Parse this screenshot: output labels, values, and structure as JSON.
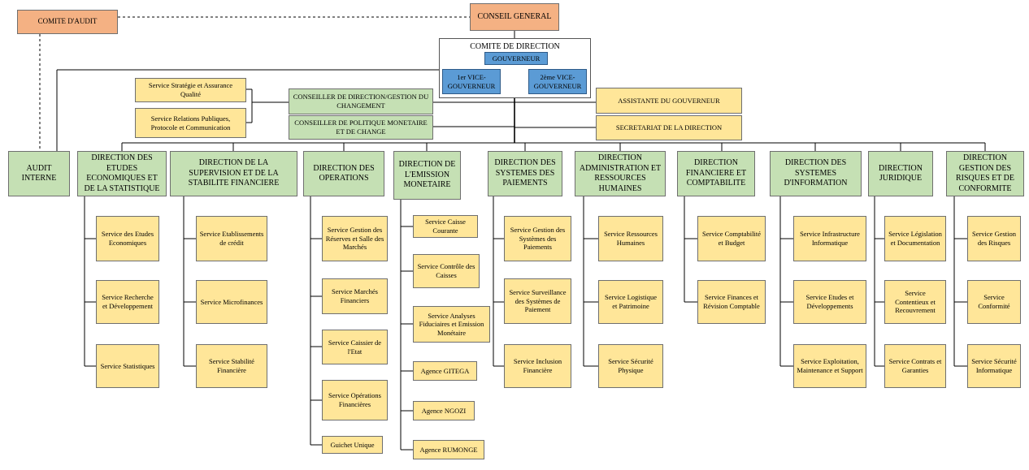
{
  "top": {
    "comite_audit": "COMITE D'AUDIT",
    "conseil_general": "CONSEIL GENERAL",
    "comite_direction": "COMITE DE DIRECTION",
    "gouverneur": "GOUVERNEUR",
    "vice1": "1er VICE-GOUVERNEUR",
    "vice2": "2ème VICE-GOUVERNEUR"
  },
  "left_services": {
    "strategie": "Service Stratégie et Assurance Qualité",
    "relations": "Service Relations Publiques, Protocole et Communication"
  },
  "conseillers": {
    "gestion_changement": "CONSEILLER DE DIRECTION/GESTION DU CHANGEMENT",
    "politique_monetaire": "CONSEILLER DE POLITIQUE MONETAIRE ET DE CHANGE"
  },
  "right_staff": {
    "assistante": "ASSISTANTE DU GOUVERNEUR",
    "secretariat": "SECRETARIAT DE LA DIRECTION"
  },
  "audit_interne": "AUDIT INTERNE",
  "directions": [
    {
      "title": "DIRECTION DES ETUDES ECONOMIQUES ET DE LA STATISTIQUE",
      "services": [
        "Service des Etudes Economiques",
        "Service Recherche et Développement",
        "Service Statistiques"
      ]
    },
    {
      "title": "DIRECTION DE LA SUPERVISION ET DE LA STABILITE FINANCIERE",
      "services": [
        "Service Etablissements de crédit",
        "Service Microfinances",
        "Service Stabilité Financière"
      ]
    },
    {
      "title": "DIRECTION DES OPERATIONS",
      "services": [
        "Service Gestion des Réserves et Salle des Marchés",
        "Service Marchés Financiers",
        "Service Caissier de l'Etat",
        "Service Opérations Financières",
        "Guichet Unique"
      ]
    },
    {
      "title": "DIRECTION DE L'EMISSION MONETAIRE",
      "services": [
        "Service Caisse Courante",
        "Service Contrôle des Caisses",
        "Service Analyses Fiduciaires et Emission Monétaire",
        "Agence GITEGA",
        "Agence NGOZI",
        "Agence RUMONGE"
      ]
    },
    {
      "title": "DIRECTION DES SYSTEMES DES PAIEMENTS",
      "services": [
        "Service Gestion des Systèmes des Paiements",
        "Service Surveillance des Systèmes de Paiement",
        "Service Inclusion Financière"
      ]
    },
    {
      "title": "DIRECTION ADMINISTRATION ET RESSOURCES HUMAINES",
      "services": [
        "Service Ressources Humaines",
        "Service Logistique et Patrimoine",
        "Service Sécurité Physique"
      ]
    },
    {
      "title": "DIRECTION FINANCIERE ET COMPTABILITE",
      "services": [
        "Service Comptabilité et Budget",
        "Service Finances et Révision Comptable"
      ]
    },
    {
      "title": "DIRECTION DES SYSTEMES D'INFORMATION",
      "services": [
        "Service Infrastructure Informatique",
        "Service Etudes et Développements",
        "Service Exploitation, Maintenance et Support"
      ]
    },
    {
      "title": "DIRECTION JURIDIQUE",
      "services": [
        "Service Législation et Documentation",
        "Service Contentieux et Recouvrement",
        "Service Contrats et Garanties"
      ]
    },
    {
      "title": "DIRECTION GESTION DES RISQUES ET DE CONFORMITE",
      "services": [
        "Service Gestion des Risques",
        "Service Conformité",
        "Service Sécurité Informatique"
      ]
    }
  ],
  "colors": {
    "salmon": "#f4b183",
    "green": "#c5e0b4",
    "yellow": "#ffe699",
    "blue": "#5b9bd5"
  }
}
